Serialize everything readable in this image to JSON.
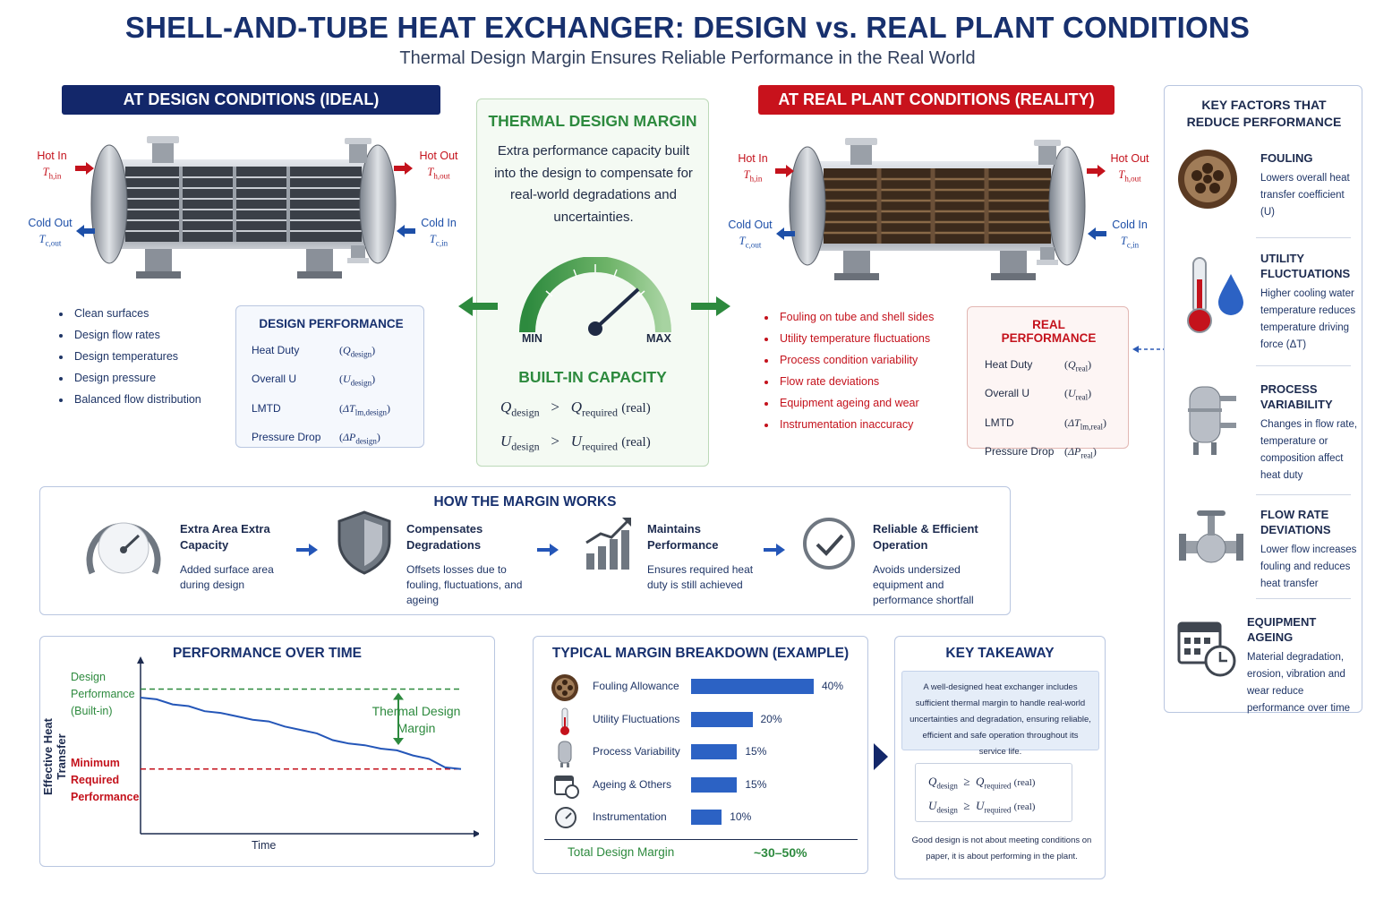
{
  "title": "SHELL-AND-TUBE HEAT EXCHANGER: DESIGN vs. REAL PLANT CONDITIONS",
  "subtitle": "Thermal Design Margin Ensures Reliable Performance in the Real World",
  "design": {
    "banner": "AT DESIGN CONDITIONS (IDEAL)",
    "hot_in": "Hot In",
    "hot_in_sym": "(T",
    "hot_out": "Hot Out",
    "cold_out": "Cold Out",
    "cold_in": "Cold In",
    "sym_hin": "h,in",
    "sym_hout": "h,out",
    "sym_cout": "c,out",
    "sym_cin": "c,in",
    "bullets": [
      "Clean surfaces",
      "Design flow rates",
      "Design temperatures",
      "Design pressure",
      "Balanced flow distribution"
    ],
    "perf_title": "DESIGN PERFORMANCE",
    "rows": [
      {
        "k": "Heat Duty",
        "v": "Q",
        "sub": "design"
      },
      {
        "k": "Overall U",
        "v": "U",
        "sub": "design"
      },
      {
        "k": "LMTD",
        "v": "ΔT",
        "sub": "lm,design"
      },
      {
        "k": "Pressure Drop",
        "v": "ΔP",
        "sub": "design"
      }
    ]
  },
  "margin": {
    "title": "THERMAL DESIGN MARGIN",
    "desc": "Extra performance capacity built into the design to compensate for real-world degradations and uncertainties.",
    "min": "MIN",
    "max": "MAX",
    "capacity_title": "BUILT-IN CAPACITY",
    "eq1": {
      "l": "Q",
      "lsub": "design",
      "op": ">",
      "r": "Q",
      "rsub": "required",
      "tail": "(real)"
    },
    "eq2": {
      "l": "U",
      "lsub": "design",
      "op": ">",
      "r": "U",
      "rsub": "required",
      "tail": "(real)"
    }
  },
  "real": {
    "banner": "AT REAL PLANT CONDITIONS (REALITY)",
    "bullets": [
      "Fouling on tube and shell sides",
      "Utility temperature fluctuations",
      "Process condition variability",
      "Flow rate deviations",
      "Equipment ageing and wear",
      "Instrumentation inaccuracy"
    ],
    "perf_title": "REAL PERFORMANCE",
    "rows": [
      {
        "k": "Heat Duty",
        "v": "Q",
        "sub": "real"
      },
      {
        "k": "Overall U",
        "v": "U",
        "sub": "real"
      },
      {
        "k": "LMTD",
        "v": "ΔT",
        "sub": "lm,real"
      },
      {
        "k": "Pressure Drop",
        "v": "ΔP",
        "sub": "real"
      }
    ]
  },
  "factors": {
    "title": "KEY FACTORS THAT REDUCE PERFORMANCE",
    "items": [
      {
        "title": "FOULING",
        "desc": "Lowers overall heat transfer coefficient (U)"
      },
      {
        "title": "UTILITY FLUCTUATIONS",
        "desc": "Higher cooling water temperature reduces temperature driving force (ΔT)"
      },
      {
        "title": "PROCESS VARIABILITY",
        "desc": "Changes in flow rate, temperature or composition affect heat duty"
      },
      {
        "title": "FLOW RATE DEVIATIONS",
        "desc": "Lower flow increases fouling and reduces heat transfer"
      },
      {
        "title": "EQUIPMENT AGEING",
        "desc": "Material degradation, erosion, vibration and wear reduce performance over time"
      }
    ]
  },
  "how": {
    "title": "HOW THE MARGIN WORKS",
    "steps": [
      {
        "title": "Extra Area Extra Capacity",
        "desc": "Added surface area during design"
      },
      {
        "title": "Compensates Degradations",
        "desc": "Offsets losses due to fouling, fluctuations, and ageing"
      },
      {
        "title": "Maintains Performance",
        "desc": "Ensures required heat duty is still achieved"
      },
      {
        "title": "Reliable & Efficient Operation",
        "desc": "Avoids undersized equipment and performance shortfall"
      }
    ]
  },
  "perf_time": {
    "title": "PERFORMANCE OVER TIME",
    "ylabel": "Effective Heat Transfer",
    "xlabel": "Time",
    "design_label": "Design Performance (Built-in)",
    "min_label": "Minimum Required Performance",
    "margin_label": "Thermal Design Margin"
  },
  "breakdown": {
    "title": "TYPICAL MARGIN BREAKDOWN (EXAMPLE)",
    "total_label": "Total Design Margin",
    "total_value": "~30–50%"
  },
  "takeaway": {
    "title": "KEY TAKEAWAY",
    "text": "A well-designed heat exchanger includes sufficient thermal margin to handle real-world uncertainties and degradation, ensuring reliable, efficient and safe operation throughout its service life.",
    "eq1": {
      "l": "Q",
      "lsub": "design",
      "op": "≥",
      "r": "Q",
      "rsub": "required",
      "tail": "(real)"
    },
    "eq2": {
      "l": "U",
      "lsub": "design",
      "op": "≥",
      "r": "U",
      "rsub": "required",
      "tail": "(real)"
    },
    "footer": "Good design is not about meeting conditions on paper, it is about performing in the plant."
  },
  "chart_data": [
    {
      "type": "bar",
      "title": "TYPICAL MARGIN BREAKDOWN (EXAMPLE)",
      "categories": [
        "Fouling Allowance",
        "Utility Fluctuations",
        "Process Variability",
        "Ageing & Others",
        "Instrumentation"
      ],
      "values": [
        40,
        20,
        15,
        15,
        10
      ],
      "value_labels": [
        "40%",
        "20%",
        "15%",
        "15%",
        "10%"
      ],
      "xlim": [
        0,
        40
      ],
      "orientation": "horizontal",
      "color": "#2c62c4"
    },
    {
      "type": "line",
      "title": "PERFORMANCE OVER TIME",
      "xlabel": "Time",
      "ylabel": "Effective Heat Transfer",
      "ylim": [
        0,
        1
      ],
      "x": [
        0,
        0.05,
        0.1,
        0.15,
        0.2,
        0.25,
        0.3,
        0.35,
        0.4,
        0.45,
        0.5,
        0.55,
        0.6,
        0.65,
        0.7,
        0.75,
        0.8,
        0.85,
        0.9,
        0.95,
        1
      ],
      "series": [
        {
          "values": [
            0.8,
            0.79,
            0.76,
            0.75,
            0.72,
            0.71,
            0.69,
            0.67,
            0.66,
            0.63,
            0.61,
            0.59,
            0.55,
            0.53,
            0.52,
            0.5,
            0.49,
            0.46,
            0.44,
            0.39,
            0.38
          ],
          "color": "#2456b8"
        }
      ],
      "reference_lines": [
        {
          "value": 0.85,
          "color": "#2d8a3e",
          "style": "dashed"
        },
        {
          "value": 0.38,
          "color": "#c4121c",
          "style": "dashed"
        }
      ]
    }
  ]
}
